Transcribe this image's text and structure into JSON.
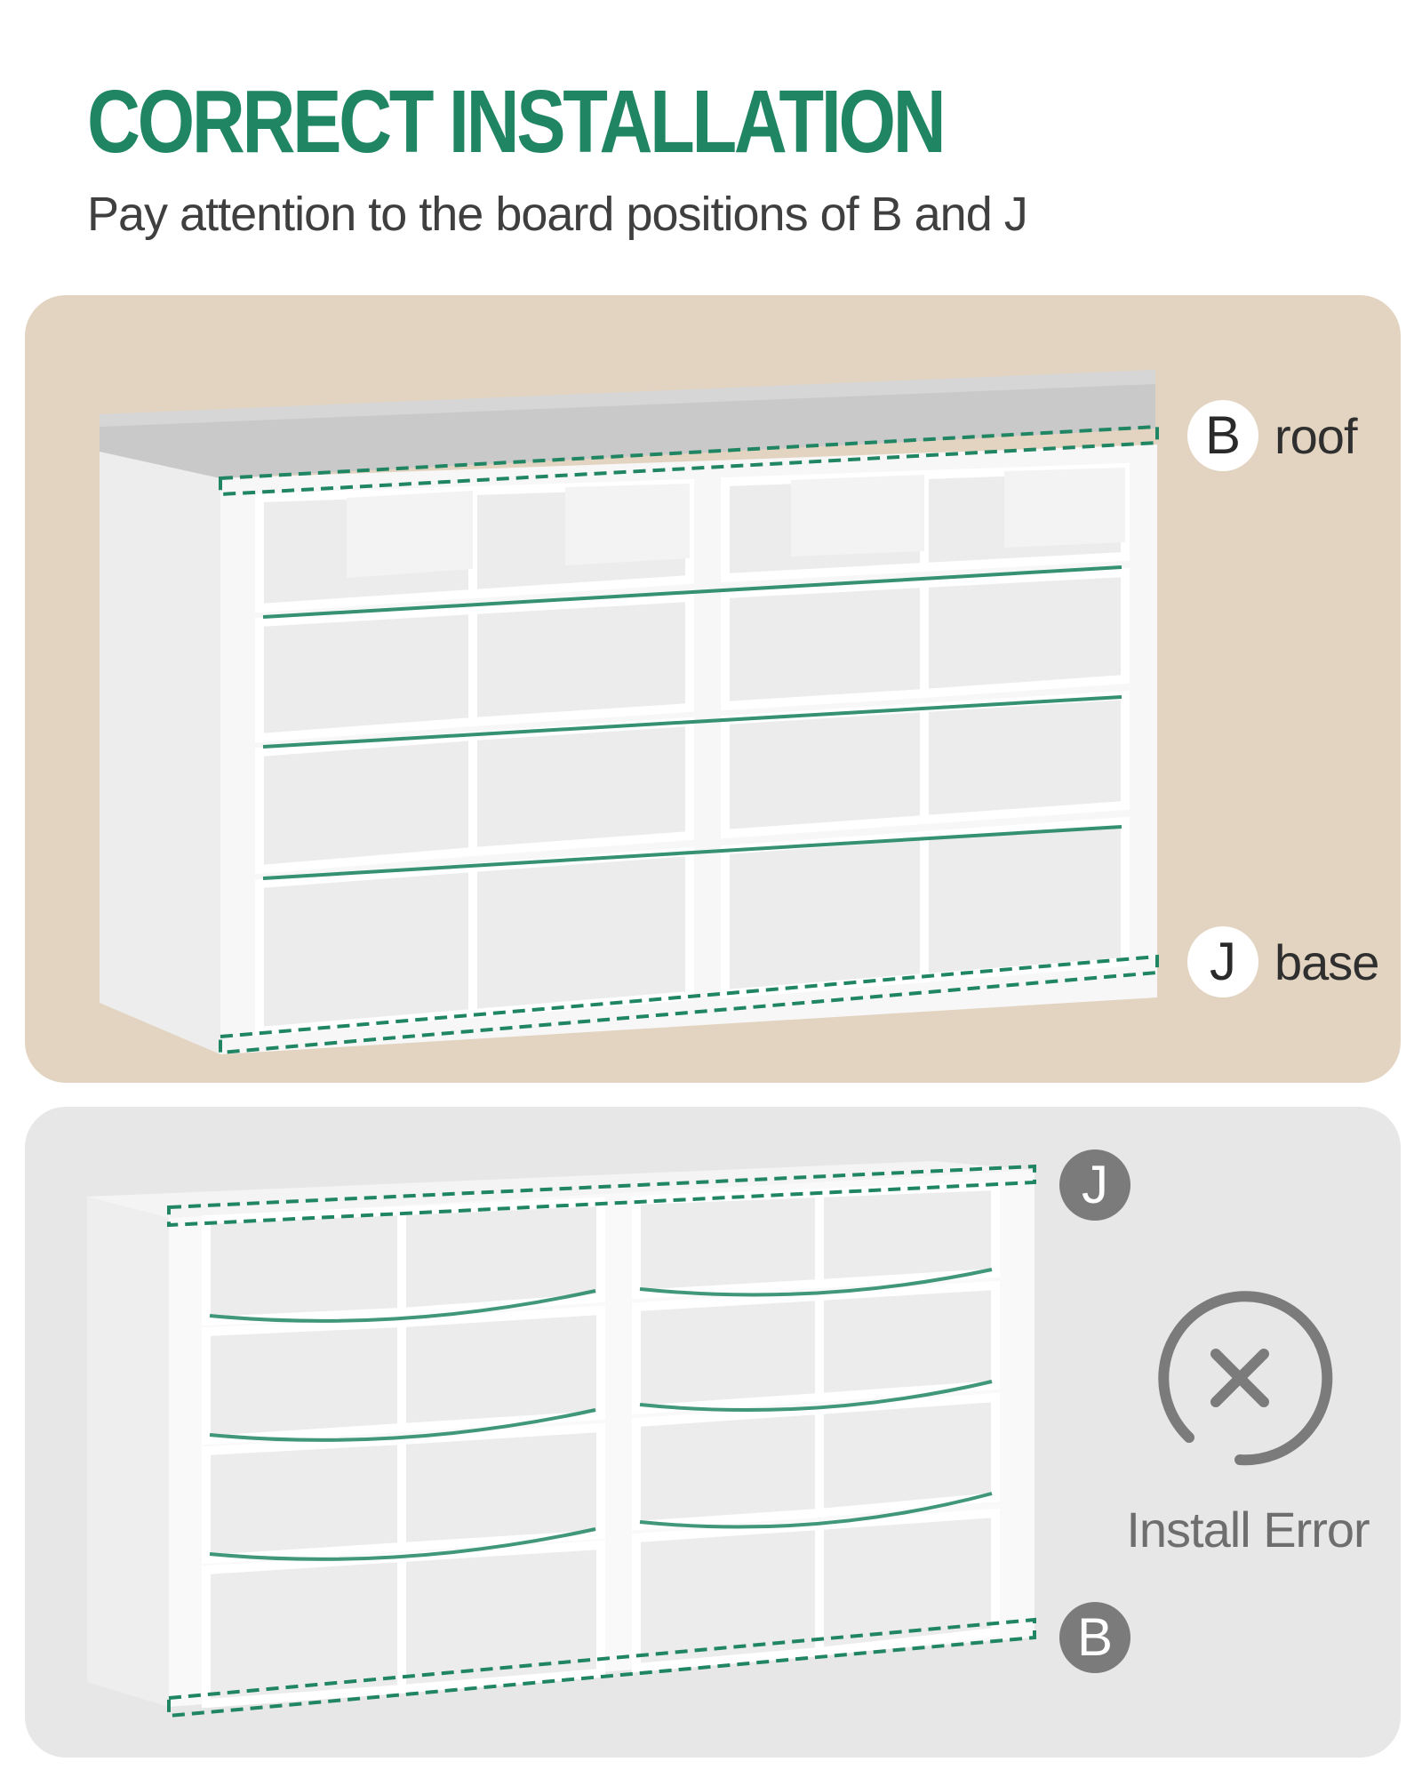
{
  "header": {
    "title": "CORRECT INSTALLATION",
    "subtitle": "Pay attention to the board positions of B and J"
  },
  "correct_panel": {
    "top_label": {
      "letter": "B",
      "text": "roof"
    },
    "bottom_label": {
      "letter": "J",
      "text": "base"
    }
  },
  "error_panel": {
    "top_badge": "J",
    "bottom_badge": "B",
    "error_text": "Install Error",
    "icon": "x-circle-icon"
  },
  "colors": {
    "accent_green": "#1f8562",
    "top_panel_bg": "#e3d4c1",
    "bottom_panel_bg": "#e7e7e7",
    "cushion_gray": "#c4c4c4",
    "error_gray": "#7b7b7b"
  }
}
